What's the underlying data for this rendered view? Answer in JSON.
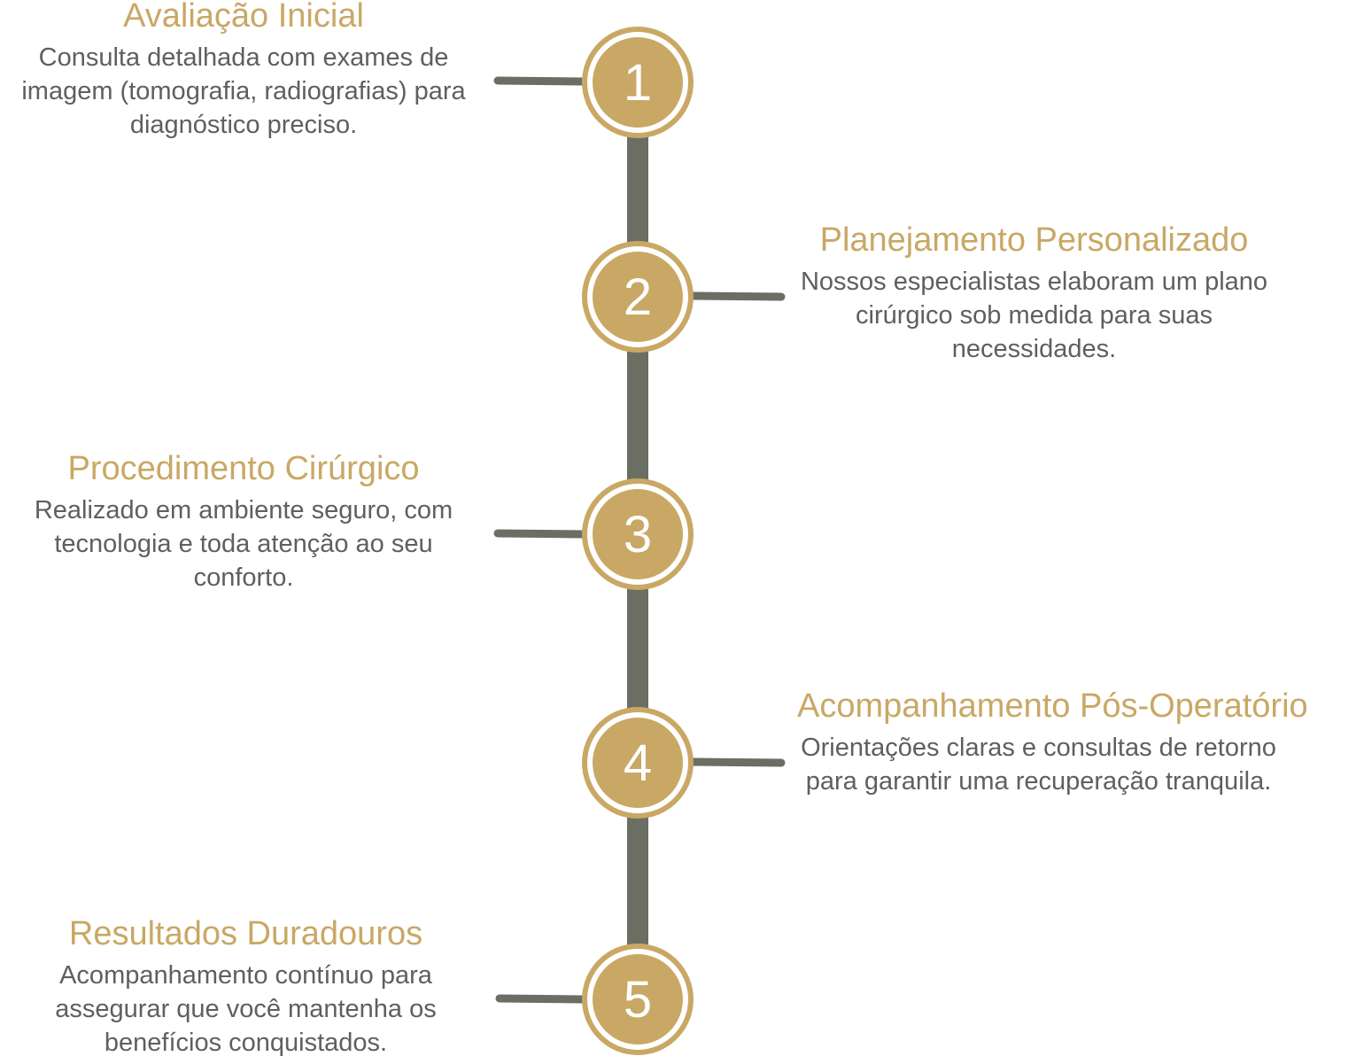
{
  "colors": {
    "accent": "#C9A865",
    "line": "#6B6E63",
    "text": "#5F5F5F",
    "ring": "#ffffff"
  },
  "steps": [
    {
      "number": "1",
      "title": "Avaliação Inicial",
      "description": "Consulta detalhada com exames de imagem (tomografia, radiografias) para diagnóstico preciso."
    },
    {
      "number": "2",
      "title": "Planejamento Personalizado",
      "description": "Nossos especialistas elaboram um plano cirúrgico sob medida para suas necessidades."
    },
    {
      "number": "3",
      "title": "Procedimento Cirúrgico",
      "description": "Realizado em ambiente seguro, com tecnologia e toda atenção ao seu conforto."
    },
    {
      "number": "4",
      "title": "Acompanhamento Pós-Operatório",
      "description": "Orientações claras e consultas de retorno para garantir uma recuperação tranquila."
    },
    {
      "number": "5",
      "title": "Resultados Duradouros",
      "description": "Acompanhamento contínuo para assegurar que você mantenha os benefícios conquistados."
    }
  ]
}
